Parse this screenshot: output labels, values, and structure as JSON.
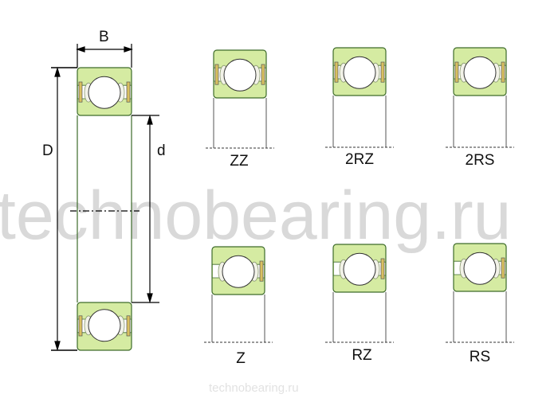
{
  "watermark": {
    "large": "technobearing.ru",
    "small": "technobearing.ru"
  },
  "dimensions": {
    "width_label": "B",
    "outer_diameter_label": "D",
    "bore_diameter_label": "d"
  },
  "variants": [
    {
      "label": "ZZ",
      "seal": "metal-shield-both"
    },
    {
      "label": "2RZ",
      "seal": "non-contact-rubber-both"
    },
    {
      "label": "2RS",
      "seal": "contact-rubber-both"
    },
    {
      "label": "Z",
      "seal": "metal-shield-one"
    },
    {
      "label": "RZ",
      "seal": "non-contact-rubber-one"
    },
    {
      "label": "RS",
      "seal": "contact-rubber-one"
    }
  ],
  "colors": {
    "ring_fill": "#d5eba2",
    "ring_stroke": "#3d6b2a",
    "seal": "#d9c060",
    "watermark": "#d9d9d9"
  }
}
